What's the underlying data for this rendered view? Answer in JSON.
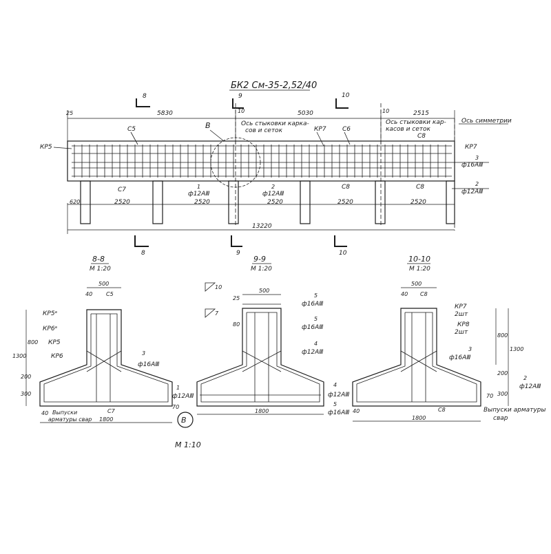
{
  "title": "БК2 См-35-2,52/40",
  "elevation": {
    "dims_top": [
      "25",
      "5830",
      "5030",
      "2515"
    ],
    "marks_small": [
      "10",
      "10"
    ],
    "joint_note_1": [
      "Ось стыковки карка-",
      "сов и сеток"
    ],
    "joint_note_2": [
      "Ось стыковки кар-",
      "касов и сеток",
      "С8"
    ],
    "symmetry_axis": "Ось симметрии",
    "callout_B": "В",
    "labels_top": [
      "С5",
      "КР7",
      "С6"
    ],
    "label_kp5": "КР5",
    "label_kp7": "КР7",
    "right_bar_3": [
      "3",
      "ф16АⅢ"
    ],
    "right_bar_2": [
      "2",
      "ф12АⅢ"
    ],
    "bottom_labels": [
      "С7",
      "С8",
      "С8"
    ],
    "bar_1": [
      "1",
      "ф12АⅢ"
    ],
    "bar_2": [
      "2",
      "ф12АⅢ"
    ],
    "dims_bottom": [
      "620",
      "2520",
      "2520",
      "2520",
      "2520",
      "2520"
    ],
    "total": "13220"
  },
  "section_marks": [
    {
      "num": "8",
      "pos": "top"
    },
    {
      "num": "9",
      "pos": "top"
    },
    {
      "num": "10",
      "pos": "top"
    },
    {
      "num": "8",
      "pos": "bottom"
    },
    {
      "num": "9",
      "pos": "bottom"
    },
    {
      "num": "10",
      "pos": "bottom"
    }
  ],
  "sections": [
    {
      "title": "8-8",
      "scale": "М 1:20",
      "labels": [
        "500",
        "40",
        "С5",
        "КР5ᵃ",
        "КР6ᵃ",
        "КР5",
        "КР6",
        "3",
        "ф16АⅢ",
        "1",
        "ф12АⅢ",
        "800",
        "1300",
        "300",
        "200",
        "40",
        "Выпуски",
        "арматуры свар",
        "С7",
        "1800",
        "70"
      ]
    },
    {
      "title": "9-9",
      "scale": "М 1:20",
      "labels": [
        "500",
        "10",
        "7",
        "25",
        "80",
        "5",
        "ф16АⅢ",
        "5",
        "ф16АⅢ",
        "4",
        "ф12АⅢ",
        "4",
        "ф12АⅢ",
        "5",
        "ф16АⅢ",
        "1800"
      ]
    },
    {
      "title": "10-10",
      "scale": "М 1:20",
      "labels": [
        "500",
        "40",
        "С8",
        "КР7",
        "2шт",
        "КР8",
        "2шт",
        "3",
        "ф16АⅢ",
        "800",
        "1300",
        "200",
        "300",
        "70",
        "2",
        "ф12АⅢ",
        "Выпуски арматуры",
        "свар",
        "С8",
        "40",
        "1800"
      ]
    }
  ],
  "detail_B": {
    "letter": "В",
    "scale": "М 1:10"
  }
}
